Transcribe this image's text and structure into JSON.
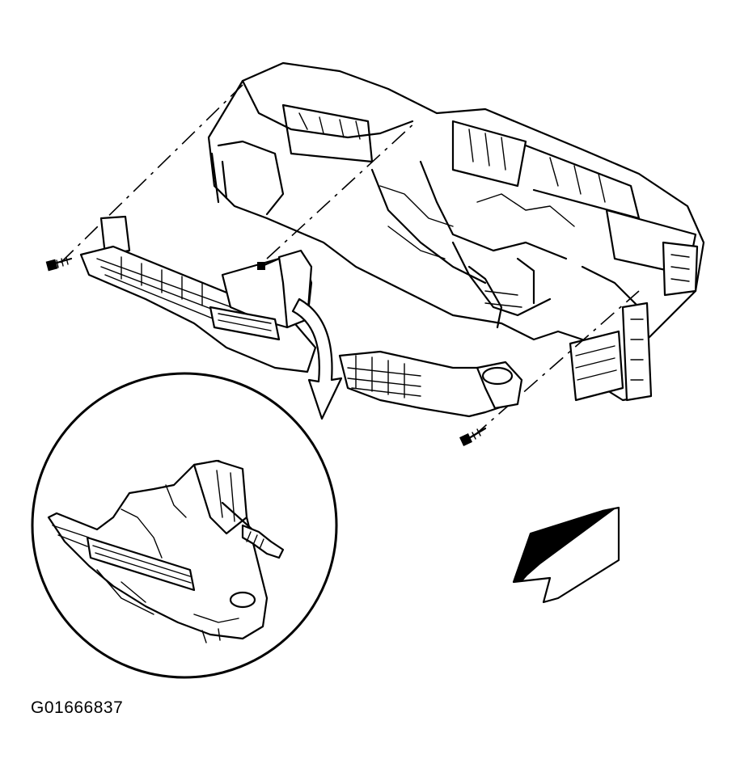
{
  "figure": {
    "id_label": "G01666837",
    "parts": {
      "instrument_panel": "instrument-panel-carrier",
      "duct": "floor-heater-duct",
      "detail": "detail-magnifier-circle",
      "arrow": "forward-direction-arrow"
    }
  }
}
